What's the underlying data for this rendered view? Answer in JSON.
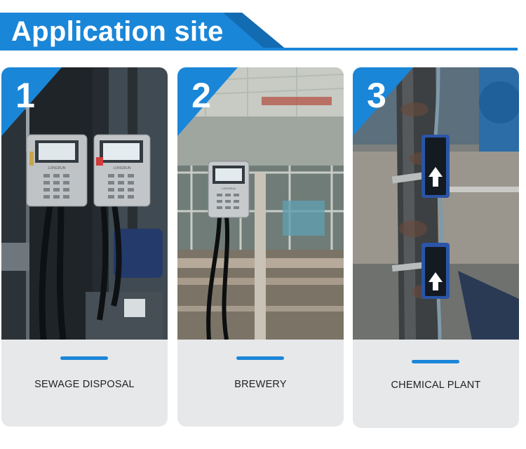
{
  "header": {
    "title": "Application site"
  },
  "colors": {
    "accent": "#1a86d8",
    "card_bg": "#e7e8ea"
  },
  "cards": [
    {
      "number": "1",
      "label": "SEWAGE DISPOSAL",
      "device_brand": "LONGRUN"
    },
    {
      "number": "2",
      "label": "BREWERY",
      "device_brand": "LONGRUN"
    },
    {
      "number": "3",
      "label": "CHEMICAL PLANT"
    }
  ]
}
